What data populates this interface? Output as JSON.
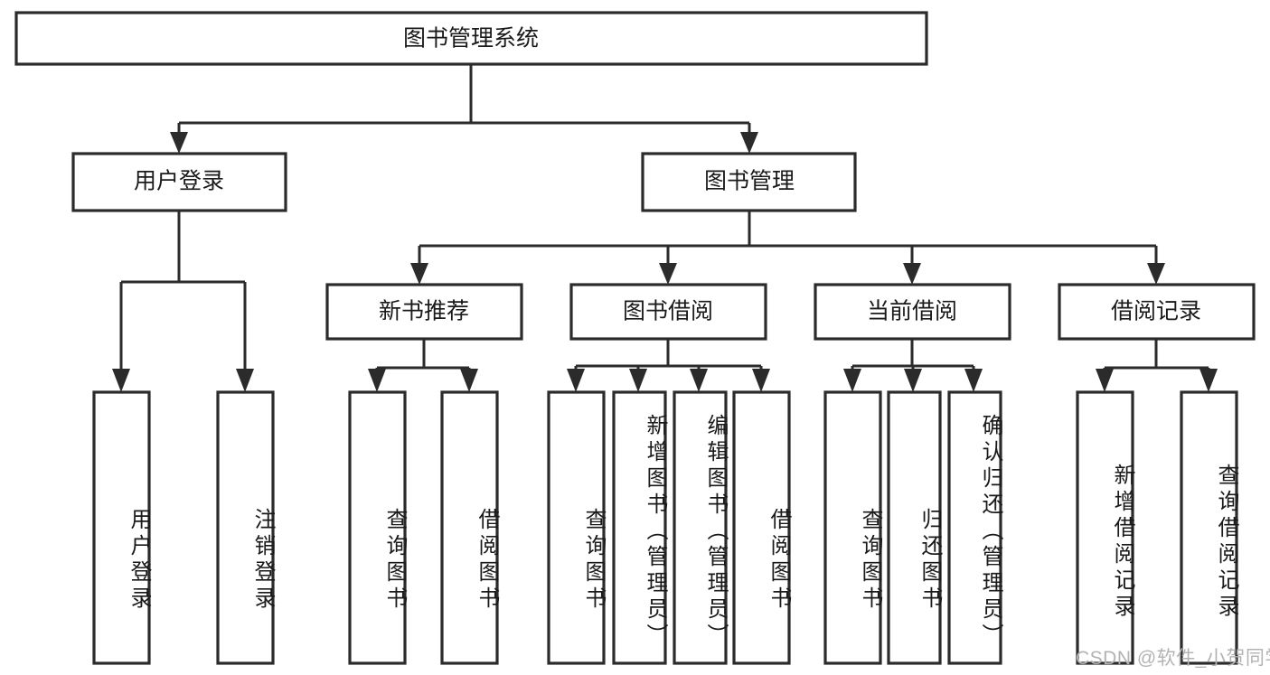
{
  "diagram": {
    "type": "tree-hierarchy",
    "title_node": {
      "label": "图书管理系统"
    },
    "level1": [
      {
        "id": "user-login",
        "label": "用户登录"
      },
      {
        "id": "book-management",
        "label": "图书管理"
      }
    ],
    "level2": [
      {
        "id": "new-book-recommend",
        "label": "新书推荐",
        "parent": "book-management"
      },
      {
        "id": "book-borrow",
        "label": "图书借阅",
        "parent": "book-management"
      },
      {
        "id": "current-borrow",
        "label": "当前借阅",
        "parent": "book-management"
      },
      {
        "id": "borrow-record",
        "label": "借阅记录",
        "parent": "book-management"
      }
    ],
    "leaves": [
      {
        "id": "leaf-user-login",
        "label": "用户登录",
        "parent": "user-login"
      },
      {
        "id": "leaf-logout-login",
        "label": "注销登录",
        "parent": "user-login"
      },
      {
        "id": "leaf-query-book-1",
        "label": "查询图书",
        "parent": "new-book-recommend"
      },
      {
        "id": "leaf-borrow-book-1",
        "label": "借阅图书",
        "parent": "new-book-recommend"
      },
      {
        "id": "leaf-query-book-2",
        "label": "查询图书",
        "parent": "book-borrow"
      },
      {
        "id": "leaf-add-book",
        "label": "新增图书（管理员）",
        "parent": "book-borrow"
      },
      {
        "id": "leaf-edit-book",
        "label": "编辑图书（管理员）",
        "parent": "book-borrow"
      },
      {
        "id": "leaf-borrow-book-2",
        "label": "借阅图书",
        "parent": "book-borrow"
      },
      {
        "id": "leaf-query-book-3",
        "label": "查询图书",
        "parent": "current-borrow"
      },
      {
        "id": "leaf-return-book",
        "label": "归还图书",
        "parent": "current-borrow"
      },
      {
        "id": "leaf-confirm-return",
        "label": "确认归还（管理员）",
        "parent": "current-borrow"
      },
      {
        "id": "leaf-add-record",
        "label": "新增借阅记录",
        "parent": "borrow-record"
      },
      {
        "id": "leaf-query-record",
        "label": "查询借阅记录",
        "parent": "borrow-record"
      }
    ],
    "colors": {
      "stroke": "#2b2b2b",
      "fill": "#ffffff",
      "text": "#1a1a1a",
      "watermark": "#b3b3b3"
    }
  },
  "watermark": {
    "text": "CSDN @软件_小贺同学"
  }
}
